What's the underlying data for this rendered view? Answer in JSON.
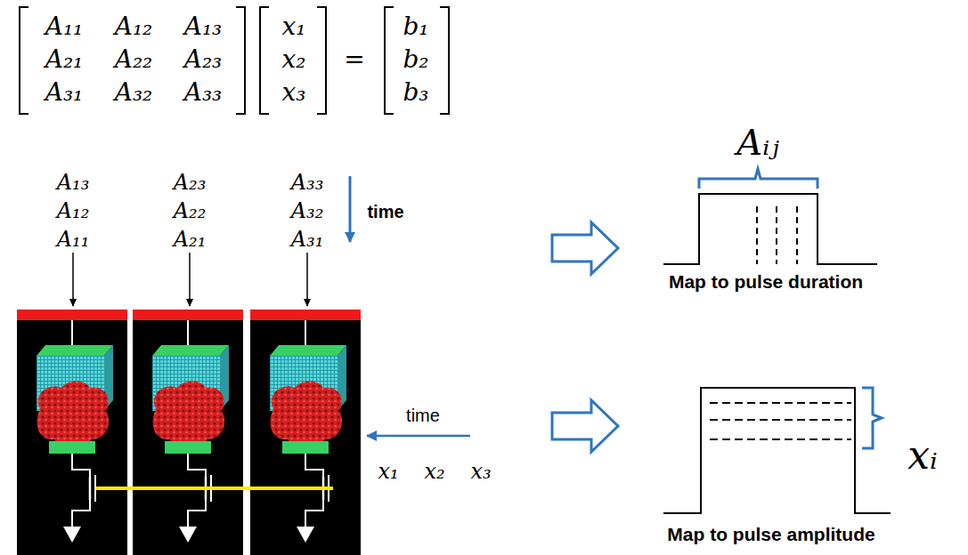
{
  "diagram": {
    "labels": [
      "A₁₁",
      "A₁₂",
      "A₁₃",
      "A₂₁",
      "A₂₂",
      "A₂₃",
      "A₃₁",
      "A₃₂",
      "A₃₃",
      "x₁",
      "x₂",
      "x₃",
      "=",
      "b₁",
      "b₂",
      "b₃",
      "A₁₃",
      "A₁₂",
      "A₁₁",
      "A₂₃",
      "A₂₂",
      "A₂₁",
      "A₃₃",
      "A₃₂",
      "A₃₁",
      "time",
      "time",
      "x₁",
      "x₂",
      "x₃",
      "Aᵢⱼ",
      "Map to pulse duration",
      "xᵢ",
      "Map to pulse amplitude"
    ]
  }
}
